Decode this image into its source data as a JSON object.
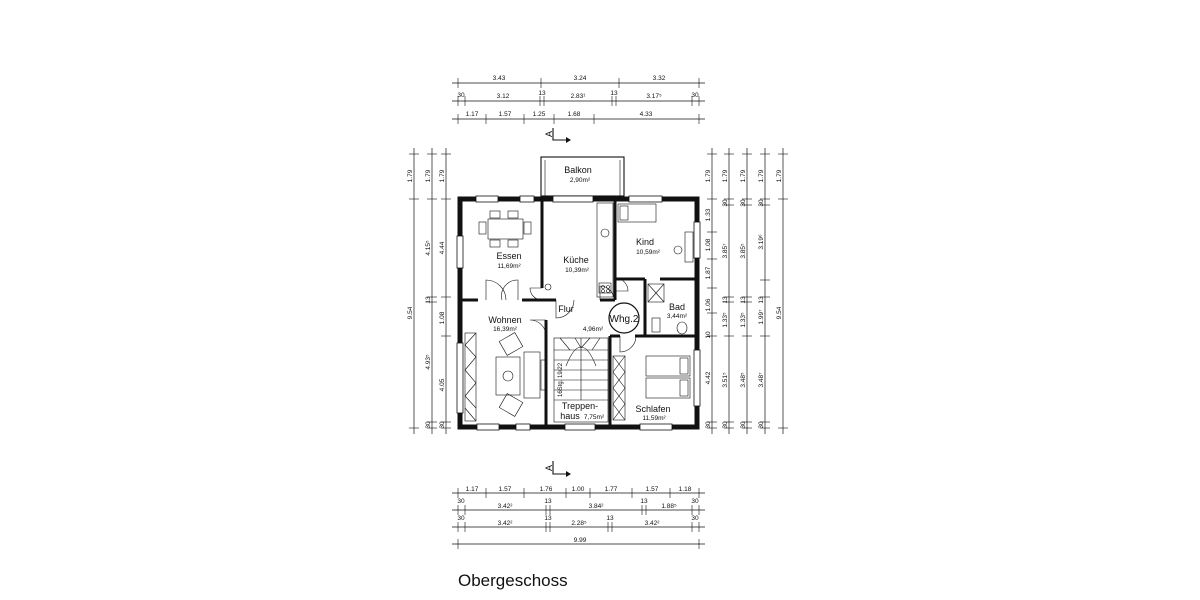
{
  "title": "Obergeschoss",
  "section_marker": "A",
  "apartment_label": "Whg.2",
  "stair_label": "16Stg. 19/22",
  "rooms": {
    "balkon": {
      "name": "Balkon",
      "area": "2,90m²"
    },
    "essen": {
      "name": "Essen",
      "area": "11,69m²"
    },
    "kueche": {
      "name": "Küche",
      "area": "10,39m²"
    },
    "kind": {
      "name": "Kind",
      "area": "10,59m²"
    },
    "wohnen": {
      "name": "Wohnen",
      "area": "16,39m²"
    },
    "flur": {
      "name": "Flur",
      "area": "4,96m²"
    },
    "bad": {
      "name": "Bad",
      "area": "3,44m²"
    },
    "treppenhaus": {
      "name1": "Treppen-",
      "name2": "haus",
      "area": "7,75m²"
    },
    "schlafen": {
      "name": "Schlafen",
      "area": "11,59m²"
    }
  },
  "top_dims": {
    "row1": [
      "3.43",
      "3.24",
      "3.32"
    ],
    "row2": [
      "30",
      "3.12",
      "13",
      "2.83¹",
      "13",
      "3.17⁵",
      "30"
    ],
    "row3": [
      "1.17",
      "1.57",
      "1.25",
      "1.68",
      "4.33"
    ]
  },
  "bottom_dims": {
    "row1": [
      "1.17",
      "1.57",
      "1.76",
      "1.00",
      "1.77",
      "1.57",
      "1.18"
    ],
    "row2": [
      "30",
      "3.42²",
      "13",
      "3.84²",
      "13",
      "1.88⁵",
      "30"
    ],
    "row3": [
      "30",
      "3.42²",
      "13",
      "2.28⁵",
      "13",
      "3.42²",
      "30"
    ],
    "row4": [
      "9.99"
    ]
  },
  "left_dims": {
    "col1": [
      "1.79",
      "9.54"
    ],
    "col2": [
      "1.79",
      "4.15⁵",
      "13",
      "4.93⁵",
      "30"
    ],
    "col3": [
      "1.79",
      "4.44",
      "1.08",
      "4.05",
      "30"
    ]
  },
  "right_dims": {
    "col1": [
      "1.79",
      "1.33",
      "1.08",
      "1.87",
      "1.06",
      "10",
      "4.42",
      "30"
    ],
    "col2": [
      "1.79",
      "30",
      "3.85⁷",
      "13",
      "1.33⁵",
      "3.51⁵",
      "30"
    ],
    "col3": [
      "1.79",
      "30",
      "3.85⁵",
      "13",
      "1.33⁵",
      "3.48⁵",
      "30"
    ],
    "col4": [
      "1.79",
      "30",
      "3.19⁶",
      "13",
      "1.99⁷",
      "3.48⁷",
      "30"
    ],
    "col5": [
      "1.79",
      "9.54"
    ]
  }
}
